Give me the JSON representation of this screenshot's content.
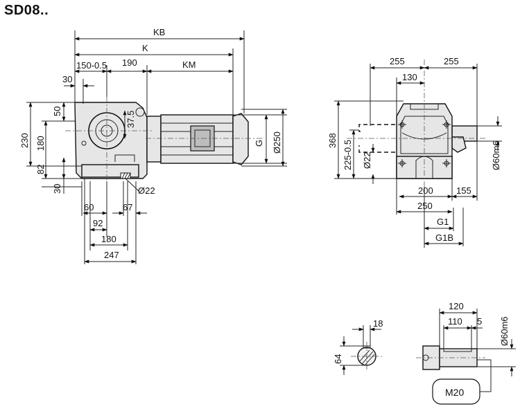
{
  "title": "SD08..",
  "side_view": {
    "labels": {
      "kb": "KB",
      "k": "K",
      "d150": "150-0.5",
      "d190": "190",
      "km": "KM",
      "d30_top": "30",
      "d50": "50",
      "d37_5": "37.5",
      "d230": "230",
      "d180_v": "180",
      "d82": "82",
      "d30_bot": "30",
      "g": "G",
      "d250": "Ø250",
      "bolt": "Ø22",
      "d60": "60",
      "d67": "67",
      "d92": "92",
      "d180_h": "180",
      "d247": "247"
    }
  },
  "end_view": {
    "labels": {
      "d255_left": "255",
      "d255_right": "255",
      "d130": "130",
      "d368": "368",
      "d225": "225-0.5",
      "bolt": "Ø22",
      "shaft": "Ø60m6",
      "d200": "200",
      "d155": "155",
      "d250": "250",
      "g1": "G1",
      "g1b": "G1B"
    }
  },
  "shaft_section": {
    "labels": {
      "key_width": "18",
      "height": "64"
    }
  },
  "shaft_detail": {
    "labels": {
      "d120": "120",
      "d110": "110",
      "d5": "5",
      "shaft": "Ø60m6",
      "thread": "M20"
    }
  }
}
